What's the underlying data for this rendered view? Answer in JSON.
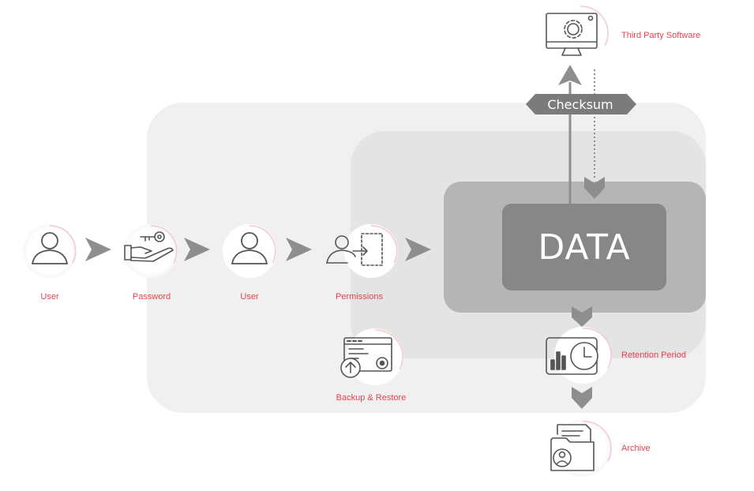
{
  "diagram": {
    "center_label": "DATA",
    "checksum_label": "Checksum",
    "nodes": {
      "user_first": "User",
      "password": "Password",
      "user_second": "User",
      "permissions": "Permissions",
      "backup_restore": "Backup & Restore",
      "third_party": "Third Party Software",
      "retention": "Retention Period",
      "archive": "Archive"
    }
  },
  "icons": [
    "user-icon",
    "password-hand-key-icon",
    "user-icon",
    "permissions-user-door-icon",
    "backup-restore-icon",
    "third-party-monitor-gear-icon",
    "retention-chart-clock-icon",
    "archive-folder-icon"
  ],
  "colors": {
    "label_red": "#e8424f",
    "outer_zone": "#f0f0f0",
    "inner_zone": "#e4e4e4",
    "data_outer": "#b4b4b4",
    "data_core": "#868686",
    "arrow_grey": "#8e8e8e",
    "icon_stroke": "#555555"
  }
}
